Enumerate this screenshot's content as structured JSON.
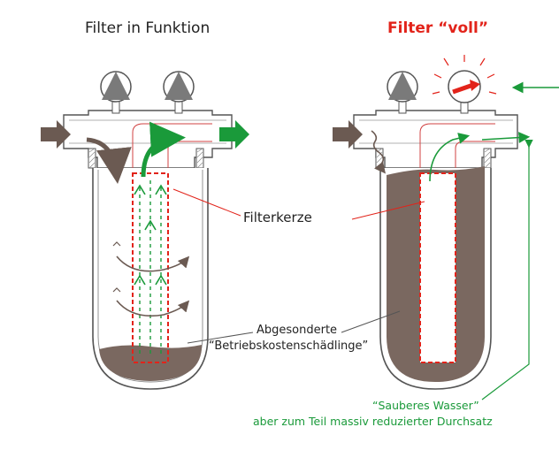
{
  "panels": {
    "left_title": "Filter in Funktion",
    "right_title": "Filter “voll”"
  },
  "labels": {
    "filterkerze": "Filterkerze",
    "abgesonderte_line1": "Abgesonderte",
    "abgesonderte_line2": "“Betriebskostenschädlinge”",
    "sauberes_line1": "“Sauberes Wasser”",
    "sauberes_line2": "aber zum Teil massiv reduzierter Durchsatz"
  },
  "colors": {
    "flow_green": "#1a9a3a",
    "sediment_brown": "#7a6860",
    "cartridge_red": "#e2231a",
    "housing_gray": "#555555"
  }
}
